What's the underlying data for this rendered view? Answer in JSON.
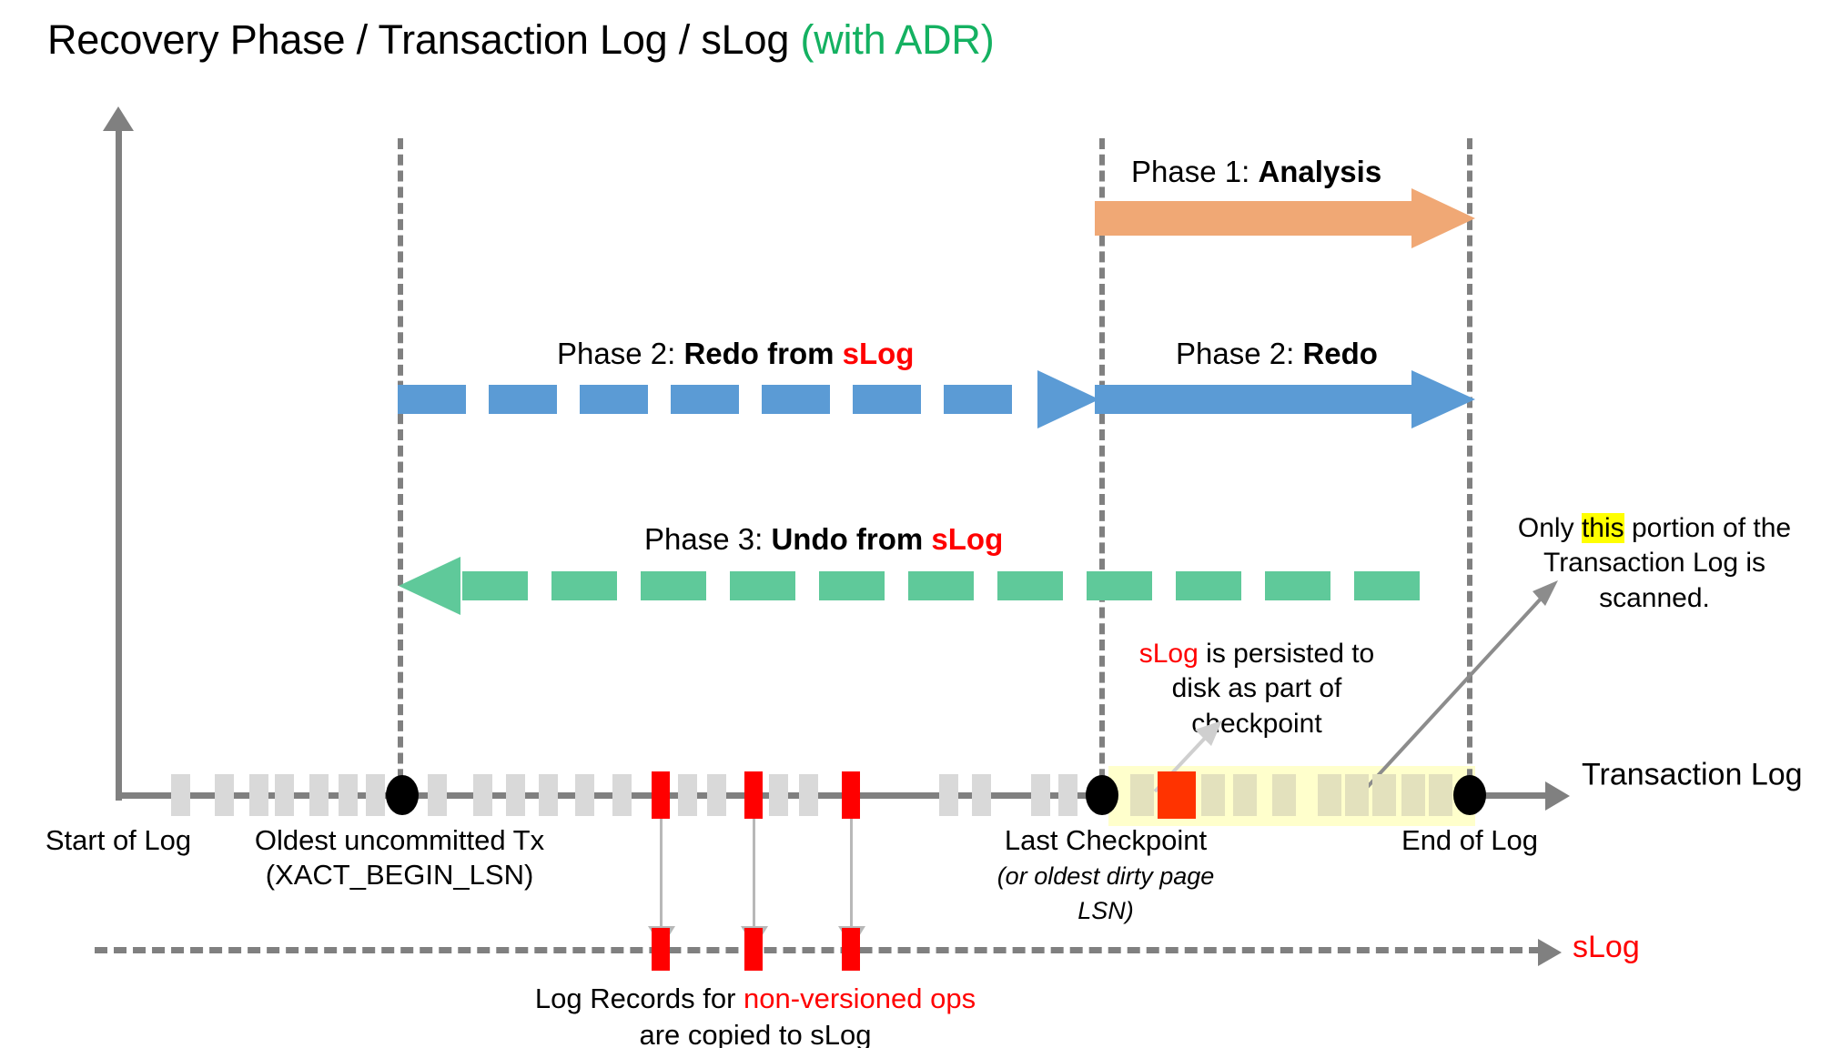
{
  "title": {
    "main": "Recovery Phase / Transaction Log / sLog ",
    "adr": "(with ADR)"
  },
  "colors": {
    "analysis_arrow": "#f0a875",
    "redo_arrow": "#5b9bd5",
    "undo_arrow": "#5fc99a",
    "axis": "#808080",
    "log_block": "#d9d9d9",
    "nonversioned_block": "#ff0000",
    "checkpoint_block": "#ff3300",
    "scanned_highlight": "#ffffcc",
    "slog_text": "#ff0000",
    "adr_green": "#14b161",
    "highlight_yellow": "#ffff00"
  },
  "phases": [
    {
      "id": "analysis",
      "prefix": "Phase 1: ",
      "name": "Analysis",
      "suffix": "",
      "direction": "right",
      "style": "solid"
    },
    {
      "id": "redo-from-slog",
      "prefix": "Phase 2: ",
      "name": "Redo from ",
      "suffix": "sLog",
      "direction": "right",
      "style": "dashed"
    },
    {
      "id": "redo",
      "prefix": "Phase 2: ",
      "name": "Redo",
      "suffix": "",
      "direction": "right",
      "style": "solid"
    },
    {
      "id": "undo-from-slog",
      "prefix": "Phase 3: ",
      "name": "Undo from ",
      "suffix": "sLog",
      "direction": "left",
      "style": "dashed"
    }
  ],
  "annotations": {
    "scanned_portion": {
      "line1_pre": "Only ",
      "line1_hl": "this",
      "line1_post": " portion of the",
      "line2": "Transaction Log is scanned."
    },
    "checkpoint_persist": {
      "line1_red": "sLog",
      "line1_rest": " is persisted to",
      "line2": "disk as part of",
      "line3": "checkpoint"
    },
    "copied_to_slog": {
      "line1_pre": "Log Records for ",
      "line1_red": "non-versioned ops",
      "line2": "are copied to sLog"
    }
  },
  "timeline": {
    "axis_label": "Transaction Log",
    "slog_axis_label": "sLog",
    "markers": [
      {
        "id": "start-of-log",
        "label": "Start of Log",
        "sub": ""
      },
      {
        "id": "oldest-uncommitted-tx",
        "label": "Oldest uncommitted Tx",
        "sub": "(XACT_BEGIN_LSN)"
      },
      {
        "id": "last-checkpoint",
        "label": "Last Checkpoint",
        "sub": "(or oldest dirty page LSN)"
      },
      {
        "id": "end-of-log",
        "label": "End of Log",
        "sub": ""
      }
    ]
  }
}
